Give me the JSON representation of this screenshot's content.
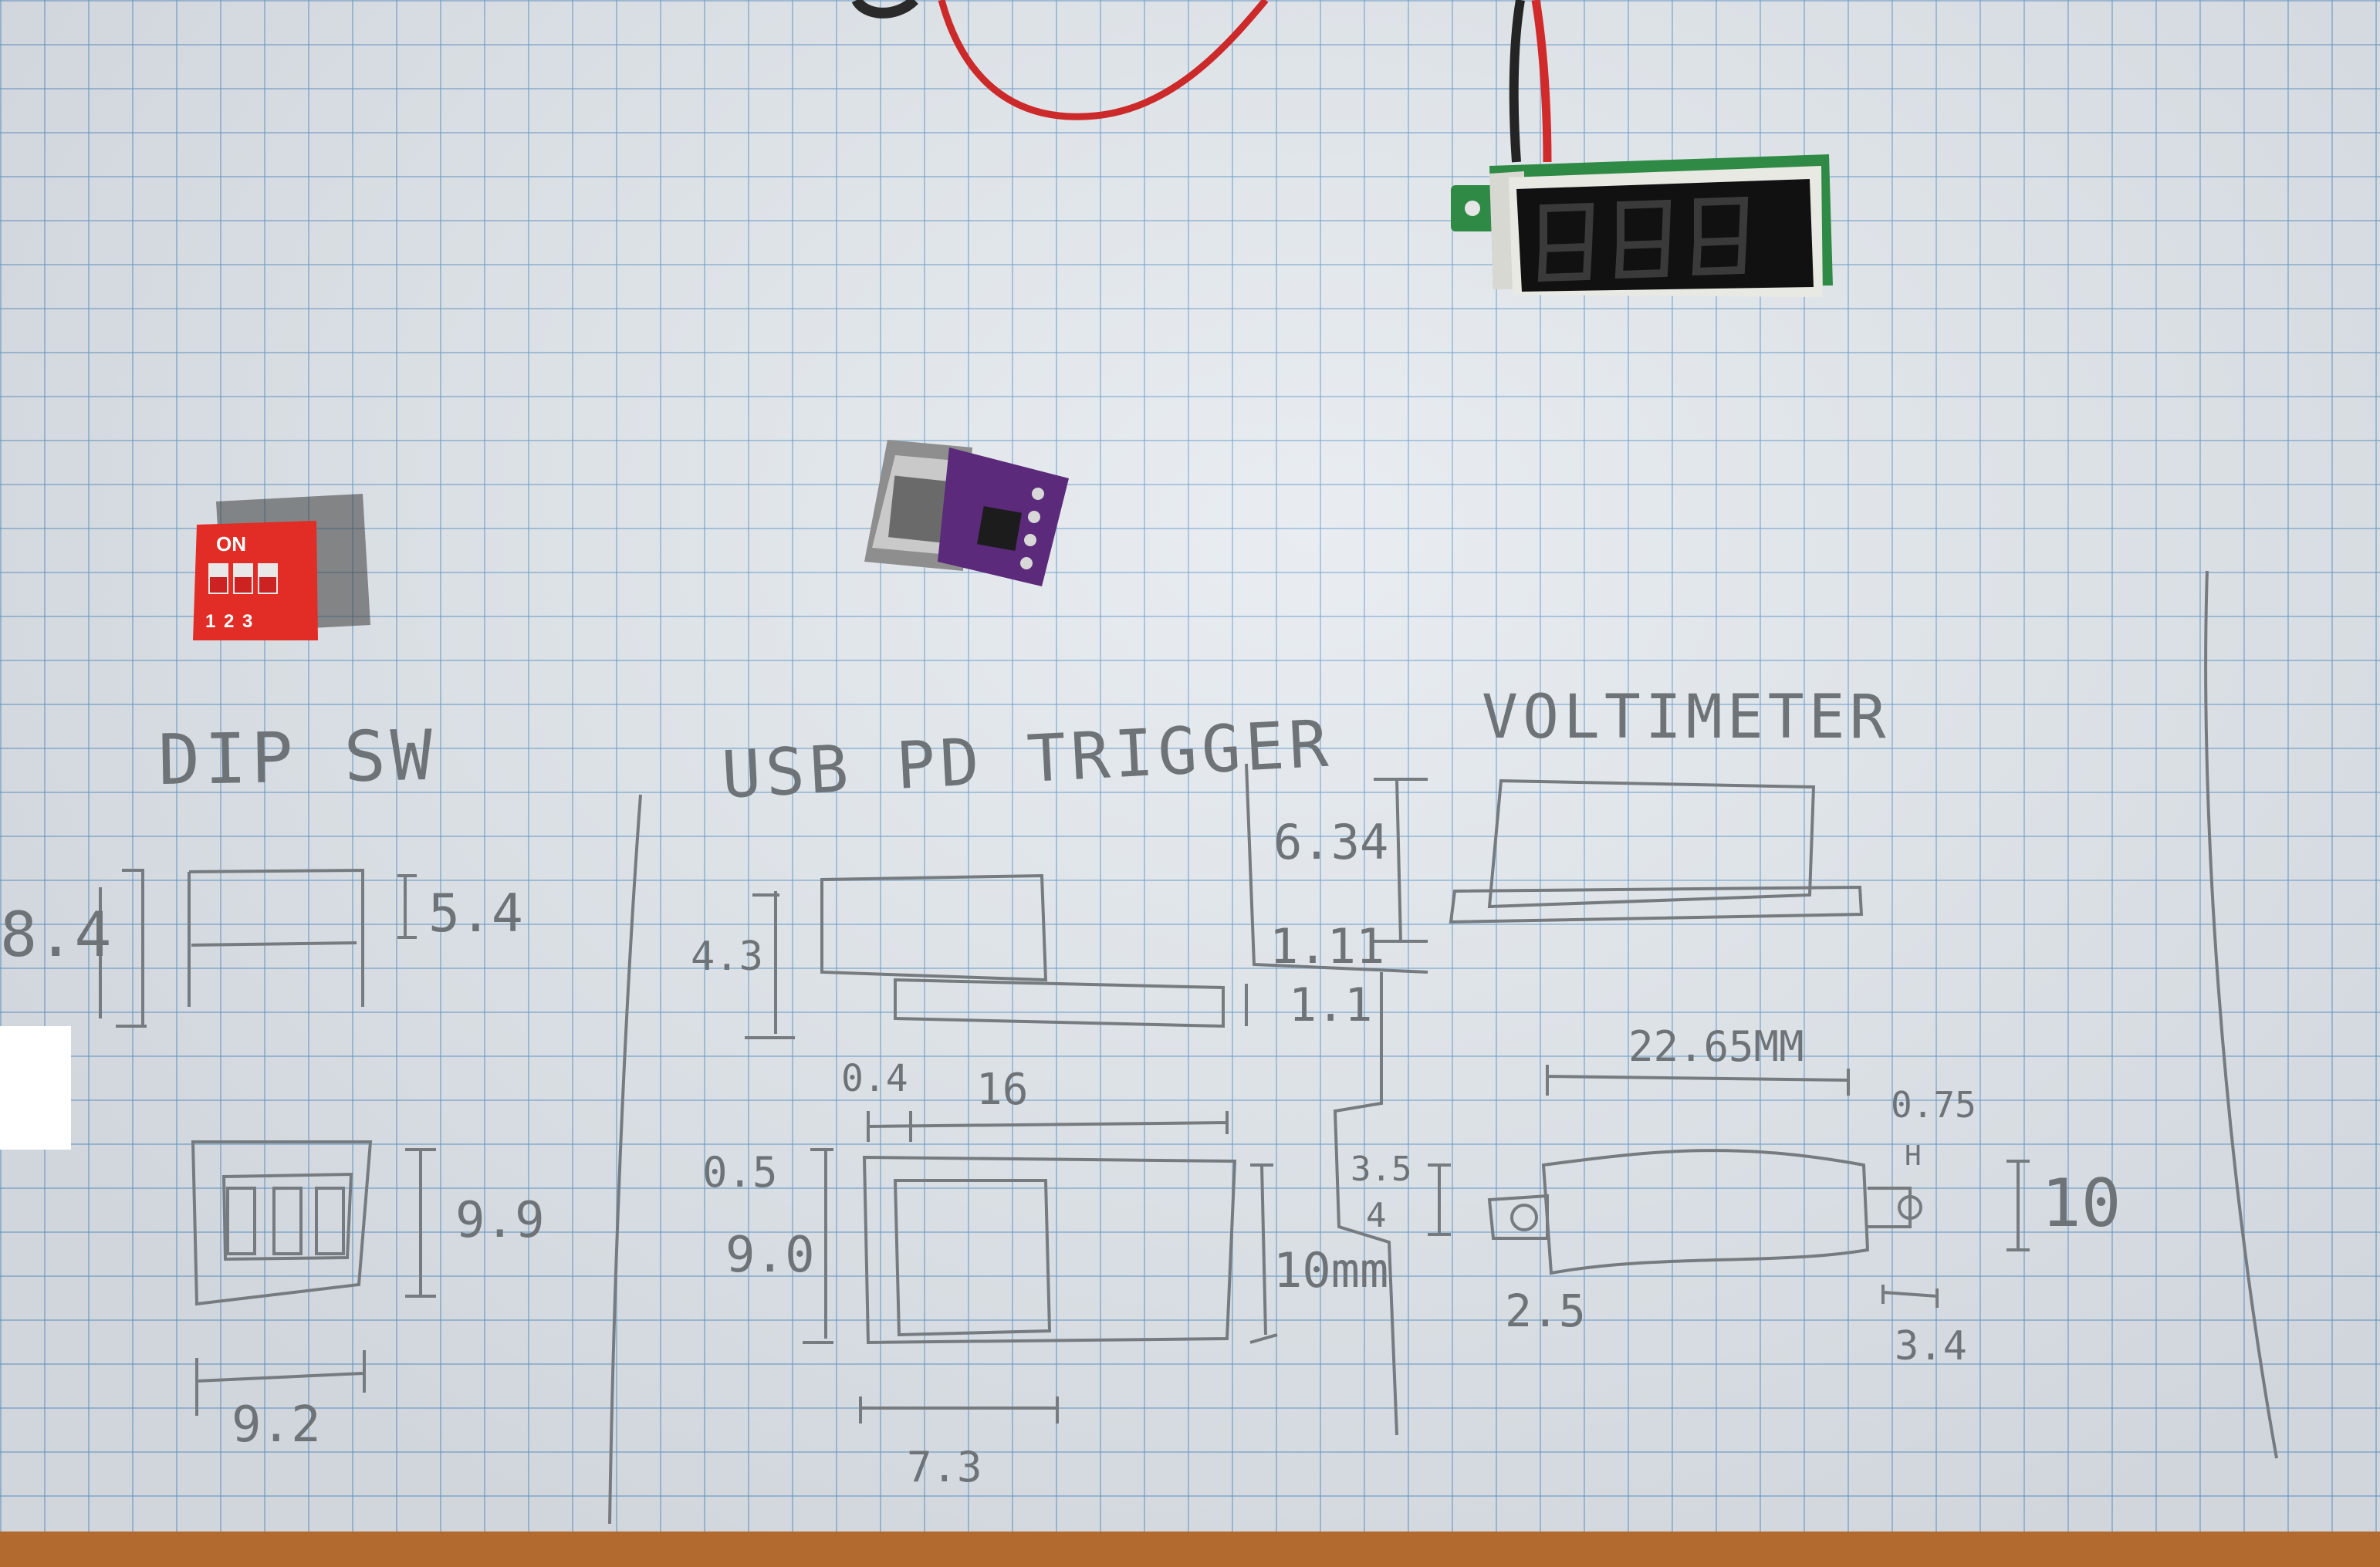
{
  "dip_switch": {
    "on_label": "ON",
    "positions": "1 2 3"
  },
  "drawing": {
    "dip_title": "DIP SW",
    "usb_title": "USB PD TRIGGER",
    "volt_title": "VOLTIMETER",
    "dims": {
      "dip_h_total": "8.4",
      "dip_h_body": "5.4",
      "dip_w_top": "9.9",
      "dip_w": "9.2",
      "usb_h": "4.3",
      "usb_board_t": "1.1",
      "usb_offset": "0.4",
      "usb_len": "16",
      "usb_margin": "0.5",
      "usb_w_inner": "9.0",
      "usb_w": "10mm",
      "usb_conn": "7.3",
      "volt_h": "6.34",
      "volt_board_t": "1.11",
      "volt_len": "22.65MM",
      "volt_hole": "0.75",
      "volt_h_label": "H",
      "volt_w": "10",
      "volt_pin": "3.5",
      "volt_pin2": "4",
      "volt_hole2": "2.5",
      "volt_tab": "3.4"
    }
  }
}
